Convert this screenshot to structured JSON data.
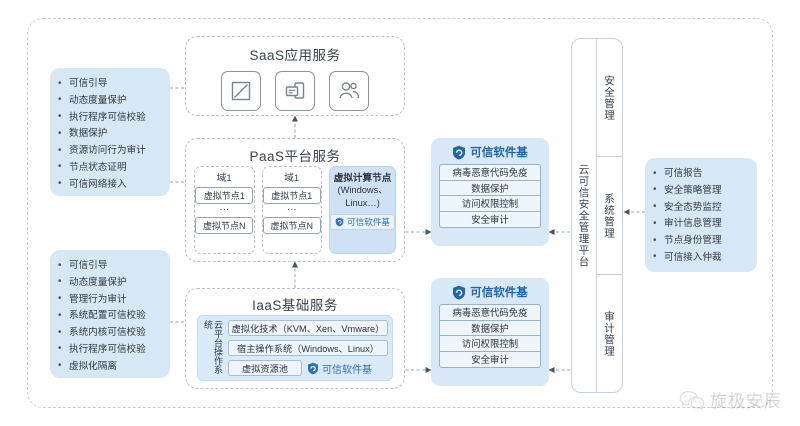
{
  "diagram": {
    "left_panel_top": {
      "items": [
        "可信引导",
        "动态度量保护",
        "执行程序可信校验",
        "数据保护",
        "资源访问行为审计",
        "节点状态证明",
        "可信网络接入"
      ]
    },
    "left_panel_bottom": {
      "items": [
        "可信引导",
        "动态度量保护",
        "管理行为审计",
        "系统配置可信校验",
        "系统内核可信校验",
        "执行程序可信校验",
        "虚拟化隔离"
      ]
    },
    "saas": {
      "title": "SaaS应用服务",
      "icons": [
        "edit-document-icon",
        "card-window-icon",
        "users-icon"
      ]
    },
    "paas": {
      "title": "PaaS平台服务",
      "domains": [
        {
          "title": "域1",
          "first_node": "虚拟节点1",
          "dots": "⋮",
          "last_node": "虚拟节点N"
        },
        {
          "title": "域1",
          "first_node": "虚拟节点1",
          "dots": "⋮",
          "last_node": "虚拟节点N"
        }
      ],
      "vcn": {
        "title": "虚拟计算节点",
        "subtitle_line1": "(Windows、",
        "subtitle_line2": "Linux…)",
        "badge": "可信软件基"
      }
    },
    "iaas": {
      "title": "IaaS基础服务",
      "vertical_label": "云平台操作系统",
      "row1": "虚拟化技术（KVM、Xen、Vmware）",
      "row2": "宿主操作系统（Windows、Linux）",
      "pool": "虚拟资源池",
      "badge": "可信软件基"
    },
    "tsb_upper": {
      "title": "可信软件基",
      "items": [
        "病毒恶意代码免疫",
        "数据保护",
        "访问权限控制",
        "安全审计"
      ]
    },
    "tsb_lower": {
      "title": "可信软件基",
      "items": [
        "病毒恶意代码免疫",
        "数据保护",
        "访问权限控制",
        "安全审计"
      ]
    },
    "platform": {
      "name": "云可信安全管理平台",
      "sections": [
        "安全管理",
        "系统管理",
        "审计管理"
      ]
    },
    "right_panel": {
      "items": [
        "可信报告",
        "安全策略管理",
        "安全态势监控",
        "审计信息管理",
        "节点身份管理",
        "可信接入仲裁"
      ]
    },
    "watermark": {
      "icon": "wechat-icon",
      "text": "旋极安辰"
    },
    "colors": {
      "panel_blue": "#d7e7f3",
      "tsb_blue": "#d9e8f6",
      "accent_blue": "#2166ab",
      "border_gray": "#b9c2cc"
    }
  }
}
